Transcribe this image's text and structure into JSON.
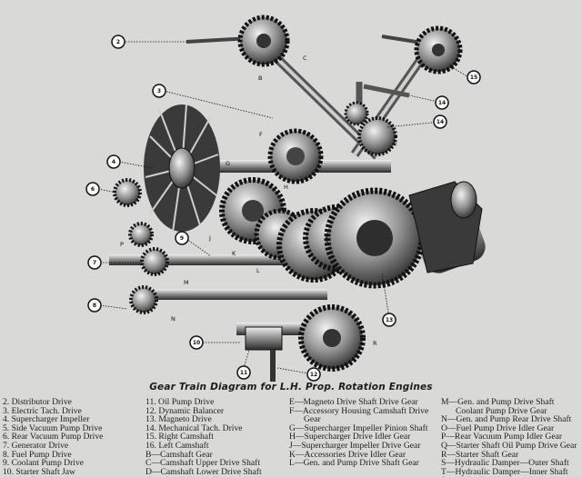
{
  "caption": "Gear Train Diagram for L.H. Prop. Rotation Engines",
  "callouts": [
    "2",
    "3",
    "4",
    "6",
    "7",
    "8",
    "9",
    "10",
    "11",
    "12",
    "13",
    "14",
    "15"
  ],
  "letters": [
    "B",
    "C",
    "E",
    "F",
    "G",
    "H",
    "J",
    "K",
    "L",
    "M",
    "N",
    "P",
    "R"
  ],
  "legend": {
    "col1": [
      "2.  Distributor Drive",
      "3.  Electric Tach. Drive",
      "4.  Supercharger Impeller",
      "5.  Side Vacuum Pump Drive",
      "6.  Rear Vacuum Pump Drive",
      "7.  Generator Drive",
      "8.  Fuel Pump Drive",
      "9.  Coolant Pump Drive",
      "10.  Starter Shaft Jaw"
    ],
    "col2": [
      "11.  Oil Pump Drive",
      "12.  Dynamic Balancer",
      "13.  Magneto Drive",
      "14.  Mechanical Tach. Drive",
      "15.  Right Camshaft",
      "16.  Left Camshaft",
      "B—Camshaft Gear",
      "C—Camshaft Upper Drive Shaft",
      "D—Camshaft Lower Drive Shaft"
    ],
    "col3": [
      "E—Magneto Drive Shaft Drive Gear",
      "F—Accessory Housing Camshaft Drive",
      "Gear",
      "G—Supercharger Impeller Pinion Shaft",
      "H—Supercharger Drive Idler Gear",
      "J—Supercharger Impeller Drive Gear",
      "K—Accessories Drive Idler Gear",
      "L—Gen. and Pump Drive Shaft Gear"
    ],
    "col4": [
      "M—Gen. and Pump Drive Shaft",
      "Coolant Pump Drive Gear",
      "N—Gen. and Pump Rear  Drive Shaft",
      "O—Fuel Pump Drive Idler Gear",
      "P—Rear Vacuum Pump Idler Gear",
      "Q—Starter Shaft Oil Pump Drive Gear",
      "R—Starter Shaft Gear",
      "S—Hydraulic Damper—Outer Shaft",
      "T—Hydraulic Damper—Inner Shaft"
    ]
  }
}
